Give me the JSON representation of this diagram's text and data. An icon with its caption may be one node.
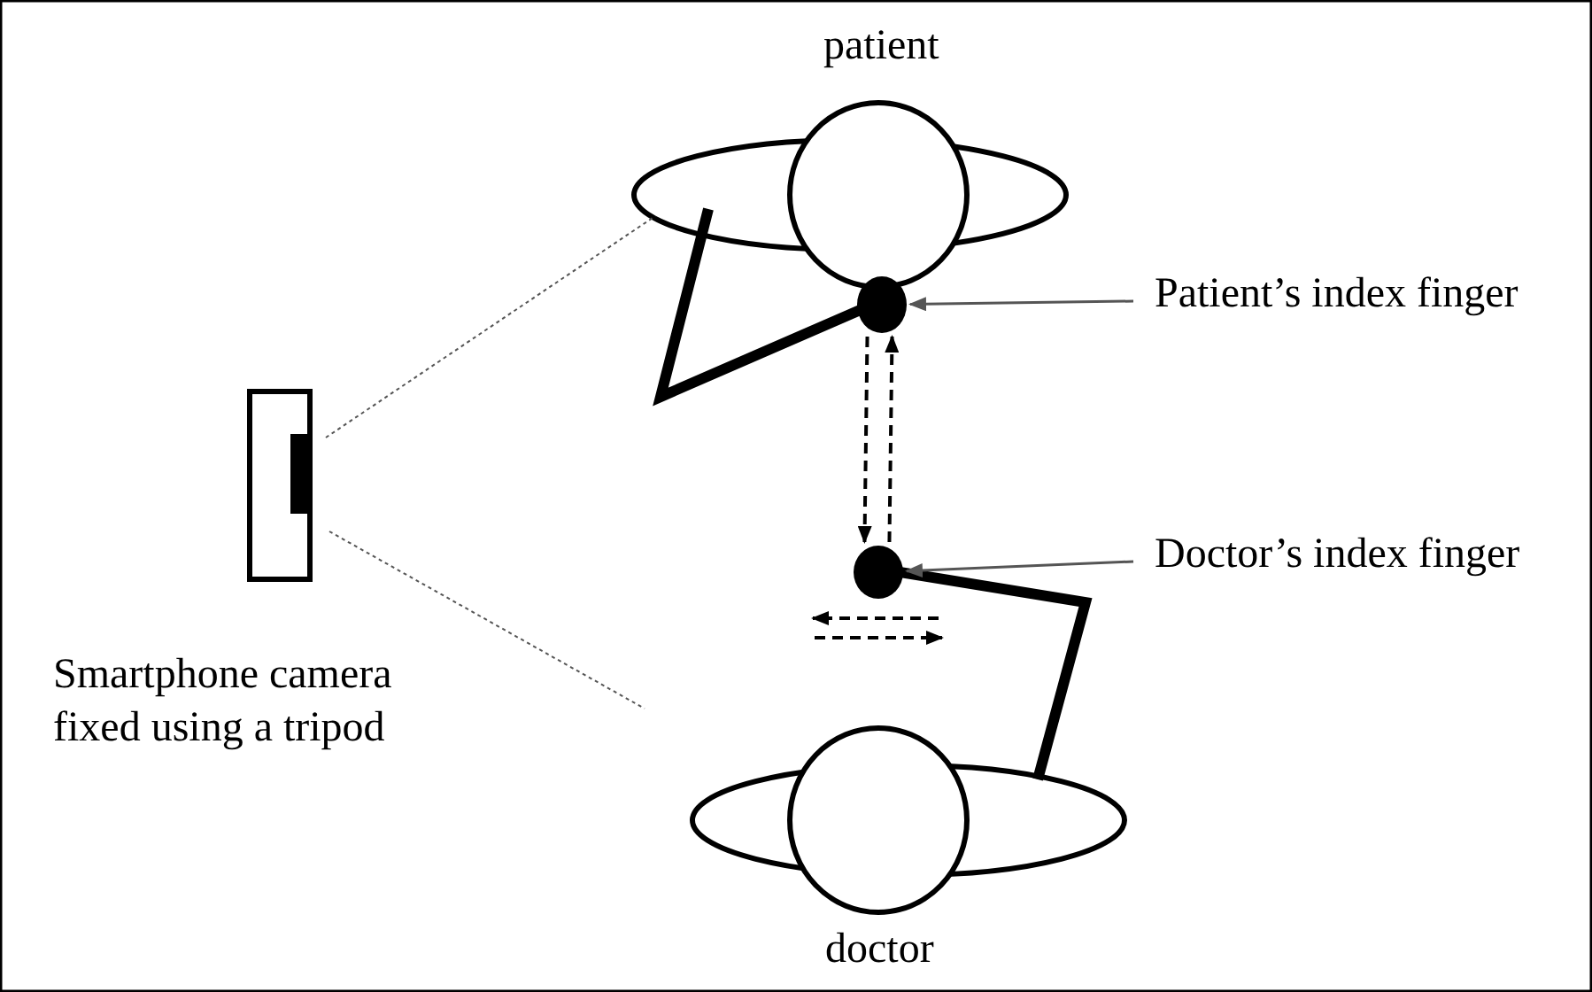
{
  "diagram": {
    "nodes": [
      {
        "text": [
          "Patient’s index finger"
        ]
      },
      {
        "text": [],
        "shape": "circle"
      },
      {
        "text": [
          "Doctor’s index finger"
        ]
      },
      {
        "text": [],
        "shape": "circle"
      }
    ],
    "edges": [
      {
        "from": 0,
        "to": 1,
        "arrow": "to",
        "color": "#555555"
      },
      {
        "from": 1,
        "to": 3,
        "arrow": "to",
        "style": "dashed"
      },
      {
        "from": 3,
        "to": 1,
        "arrow": "to",
        "style": "dashed"
      },
      {
        "from": 2,
        "to": 3,
        "arrow": "to",
        "color": "#555555"
      }
    ],
    "labels": [
      "patient",
      "Smartphone camera fixed using a tripod",
      "doctor"
    ]
  }
}
